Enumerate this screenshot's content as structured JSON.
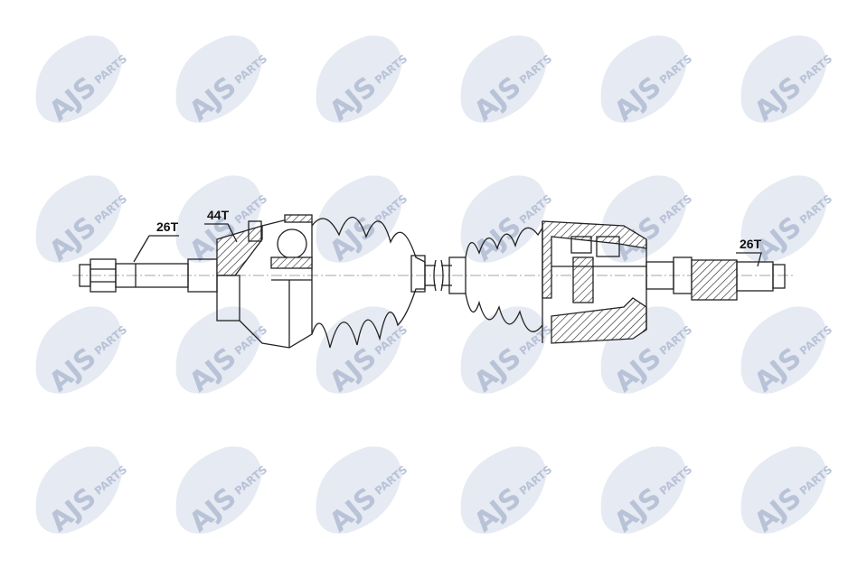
{
  "watermark": {
    "brand": "AJS",
    "suffix": "PARTS",
    "color": "#c9d1e2"
  },
  "drawing": {
    "left_spline_label": "26T",
    "abs_ring_label": "44T",
    "right_spline_label": "26T"
  }
}
